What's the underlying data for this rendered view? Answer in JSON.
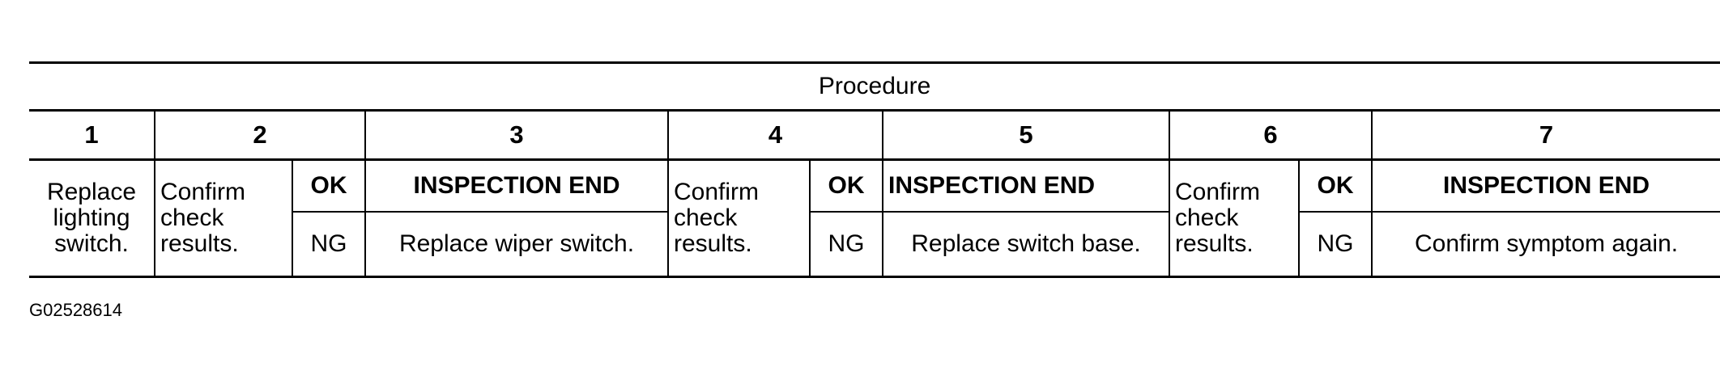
{
  "table": {
    "title": "Procedure",
    "steps": [
      "1",
      "2",
      "3",
      "4",
      "5",
      "6",
      "7"
    ],
    "step1_text": "Replace lighting switch.",
    "confirm_text": "Confirm check results.",
    "ok_label": "OK",
    "ng_label": "NG",
    "end_text": "INSPECTION END",
    "ng3_text": "Replace wiper switch.",
    "ng5_text": "Replace switch base.",
    "ng7_text": "Confirm symptom again."
  },
  "footer": {
    "code": "G02528614"
  }
}
